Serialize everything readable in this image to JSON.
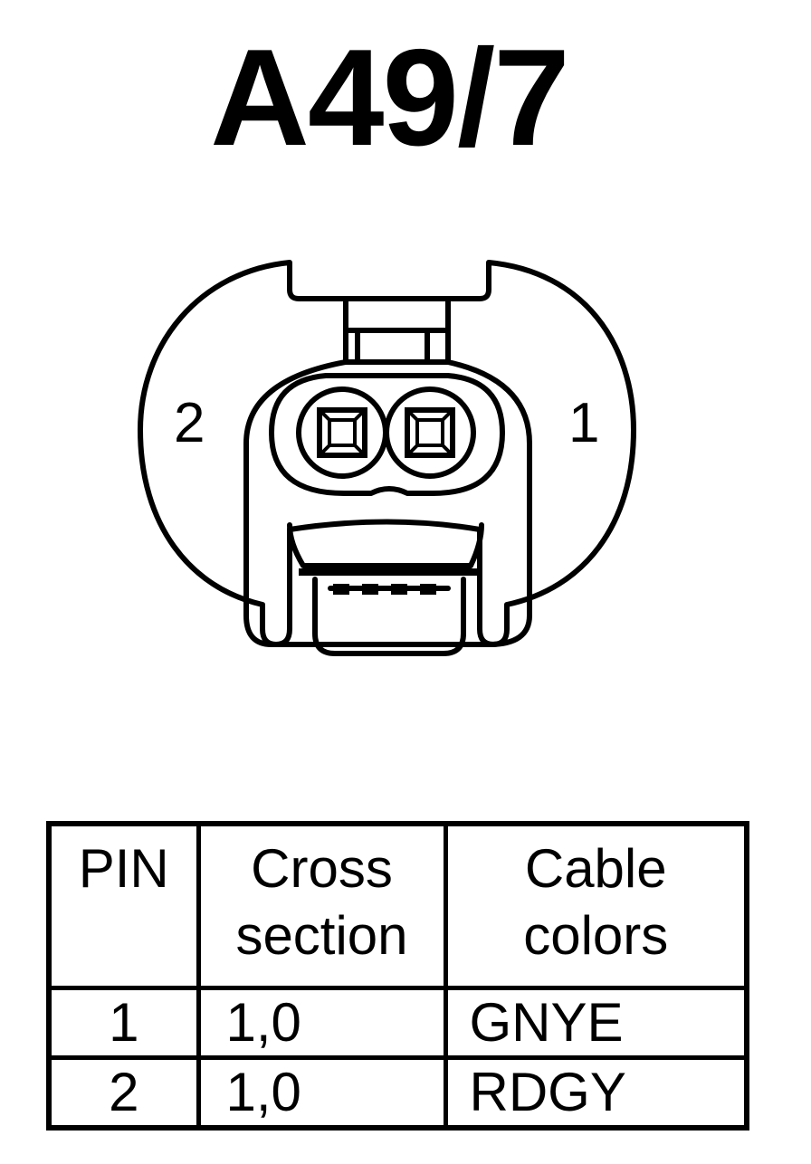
{
  "connector_id": "A49/7",
  "connector_pins": {
    "left_label": "2",
    "right_label": "1"
  },
  "pin_table": {
    "headers": {
      "pin": "PIN",
      "cross_section_line1": "Cross",
      "cross_section_line2": "section",
      "cable_colors_line1": "Cable",
      "cable_colors_line2": "colors"
    },
    "rows": [
      {
        "pin": "1",
        "cross_section": "1,0",
        "color": "GNYE"
      },
      {
        "pin": "2",
        "cross_section": "1,0",
        "color": "RDGY"
      }
    ]
  }
}
